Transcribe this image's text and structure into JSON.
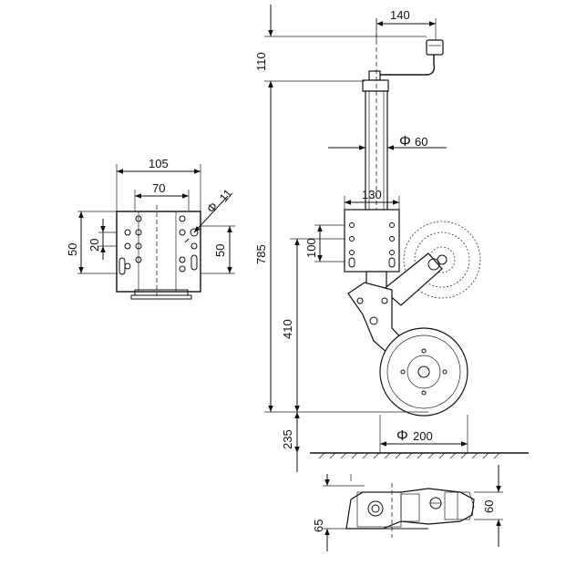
{
  "dimensions": {
    "top_width": "140",
    "top_height": "110",
    "tube_dia_symbol": "Φ",
    "tube_dia": "60",
    "total_height": "785",
    "bracket_width": "130",
    "bracket_height": "100",
    "wheel_center_height": "410",
    "ground_clearance": "235",
    "wheel_dia_symbol": "Φ",
    "wheel_dia": "200",
    "plate_outer_width": "105",
    "plate_inner_width": "70",
    "hole_dia_symbol": "Φ",
    "hole_dia": "11",
    "plate_left_height": "50",
    "plate_left_spacing": "20",
    "plate_right_height": "50",
    "bottom_left_height": "65",
    "bottom_right_height": "60"
  }
}
